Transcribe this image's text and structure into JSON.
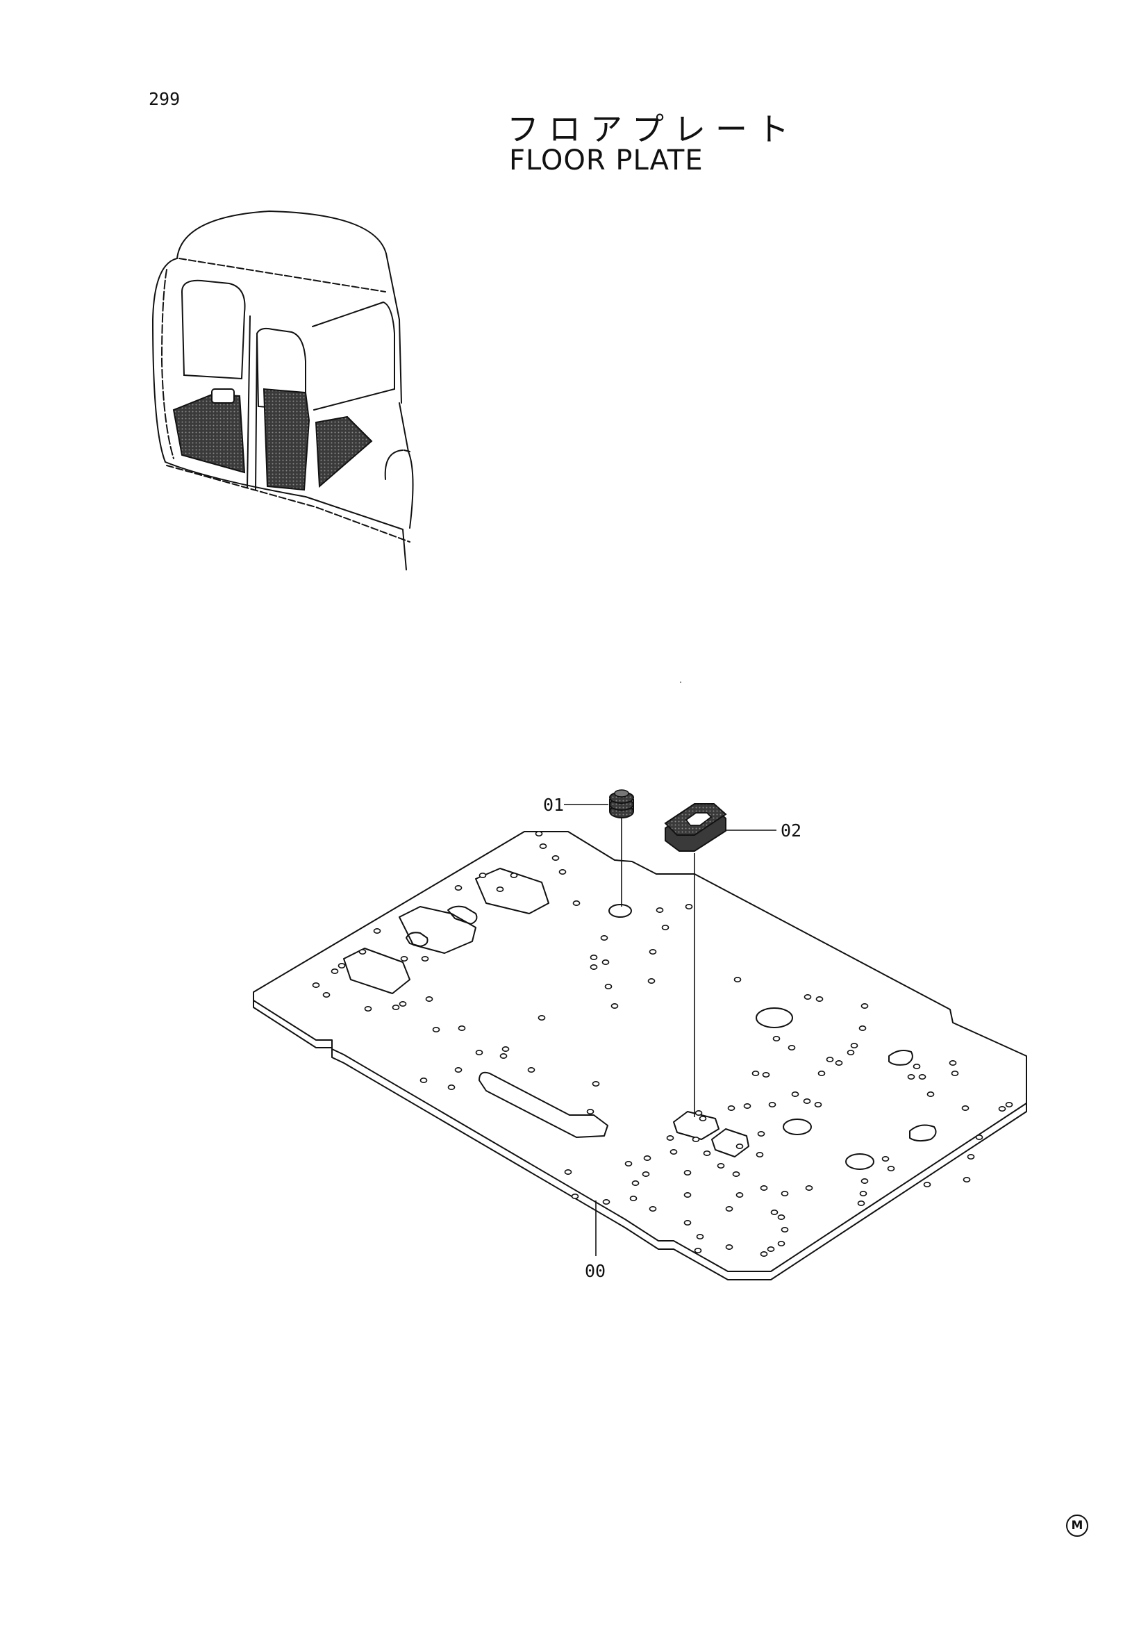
{
  "page": {
    "number": "299",
    "title_ja": "フロアプレート",
    "title_en": "FLOOR PLATE",
    "corner_mark": "M"
  },
  "callouts": {
    "part_00": "00",
    "part_01": "01",
    "part_02": "02"
  },
  "colors": {
    "ink": "#111111",
    "paper": "#ffffff",
    "shade": "#555555"
  },
  "icons": {
    "cab_illustration": "cab-location-icon",
    "floor_plate": "floor-plate-drawing",
    "grommet_01": "round-grommet-icon",
    "grommet_02": "oblong-grommet-icon"
  }
}
